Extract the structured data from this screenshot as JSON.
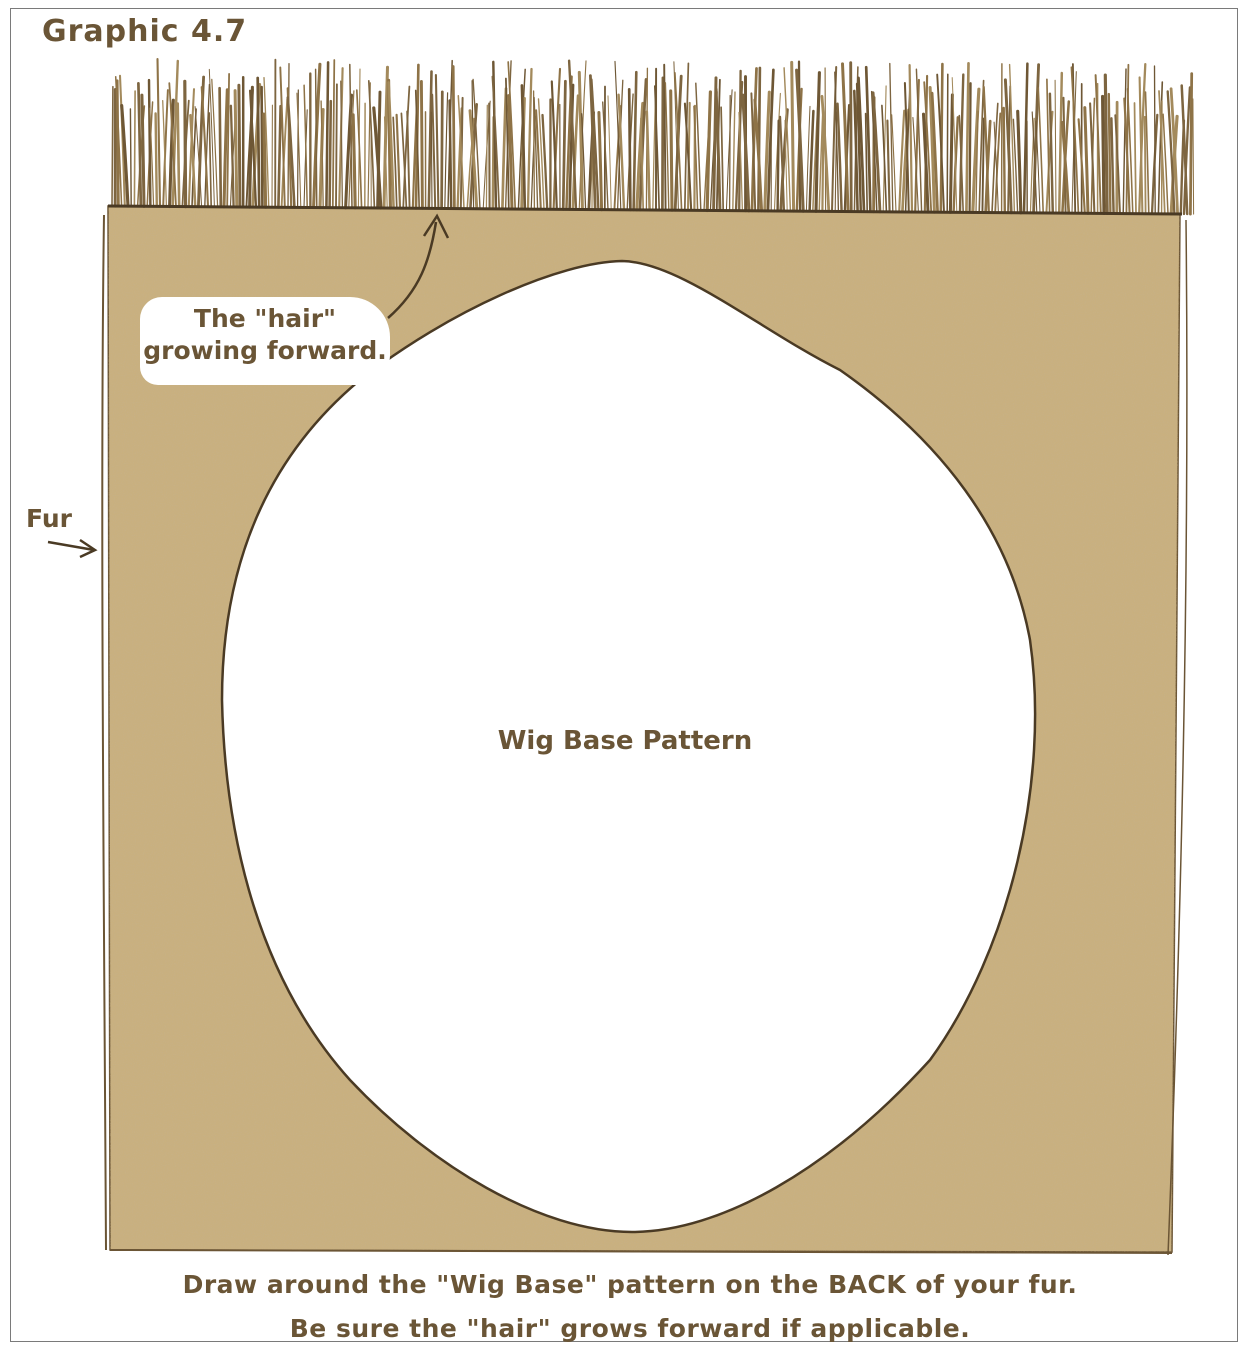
{
  "figure": {
    "title": "Graphic 4.7",
    "callout": {
      "line1": "The \"hair\"",
      "line2": "growing forward."
    },
    "fur_label": "Fur",
    "pattern_label": "Wig Base Pattern",
    "caption": {
      "line1": "Draw around the \"Wig Base\" pattern on the BACK of your fur.",
      "line2": "Be sure the \"hair\" grows forward if applicable."
    }
  },
  "colors": {
    "fur": "#c7ad7d",
    "fur_dark": "#8e7347",
    "hair": "#7d6540",
    "text": "#6a5536",
    "outline": "#4a3a24",
    "background": "#ffffff"
  }
}
